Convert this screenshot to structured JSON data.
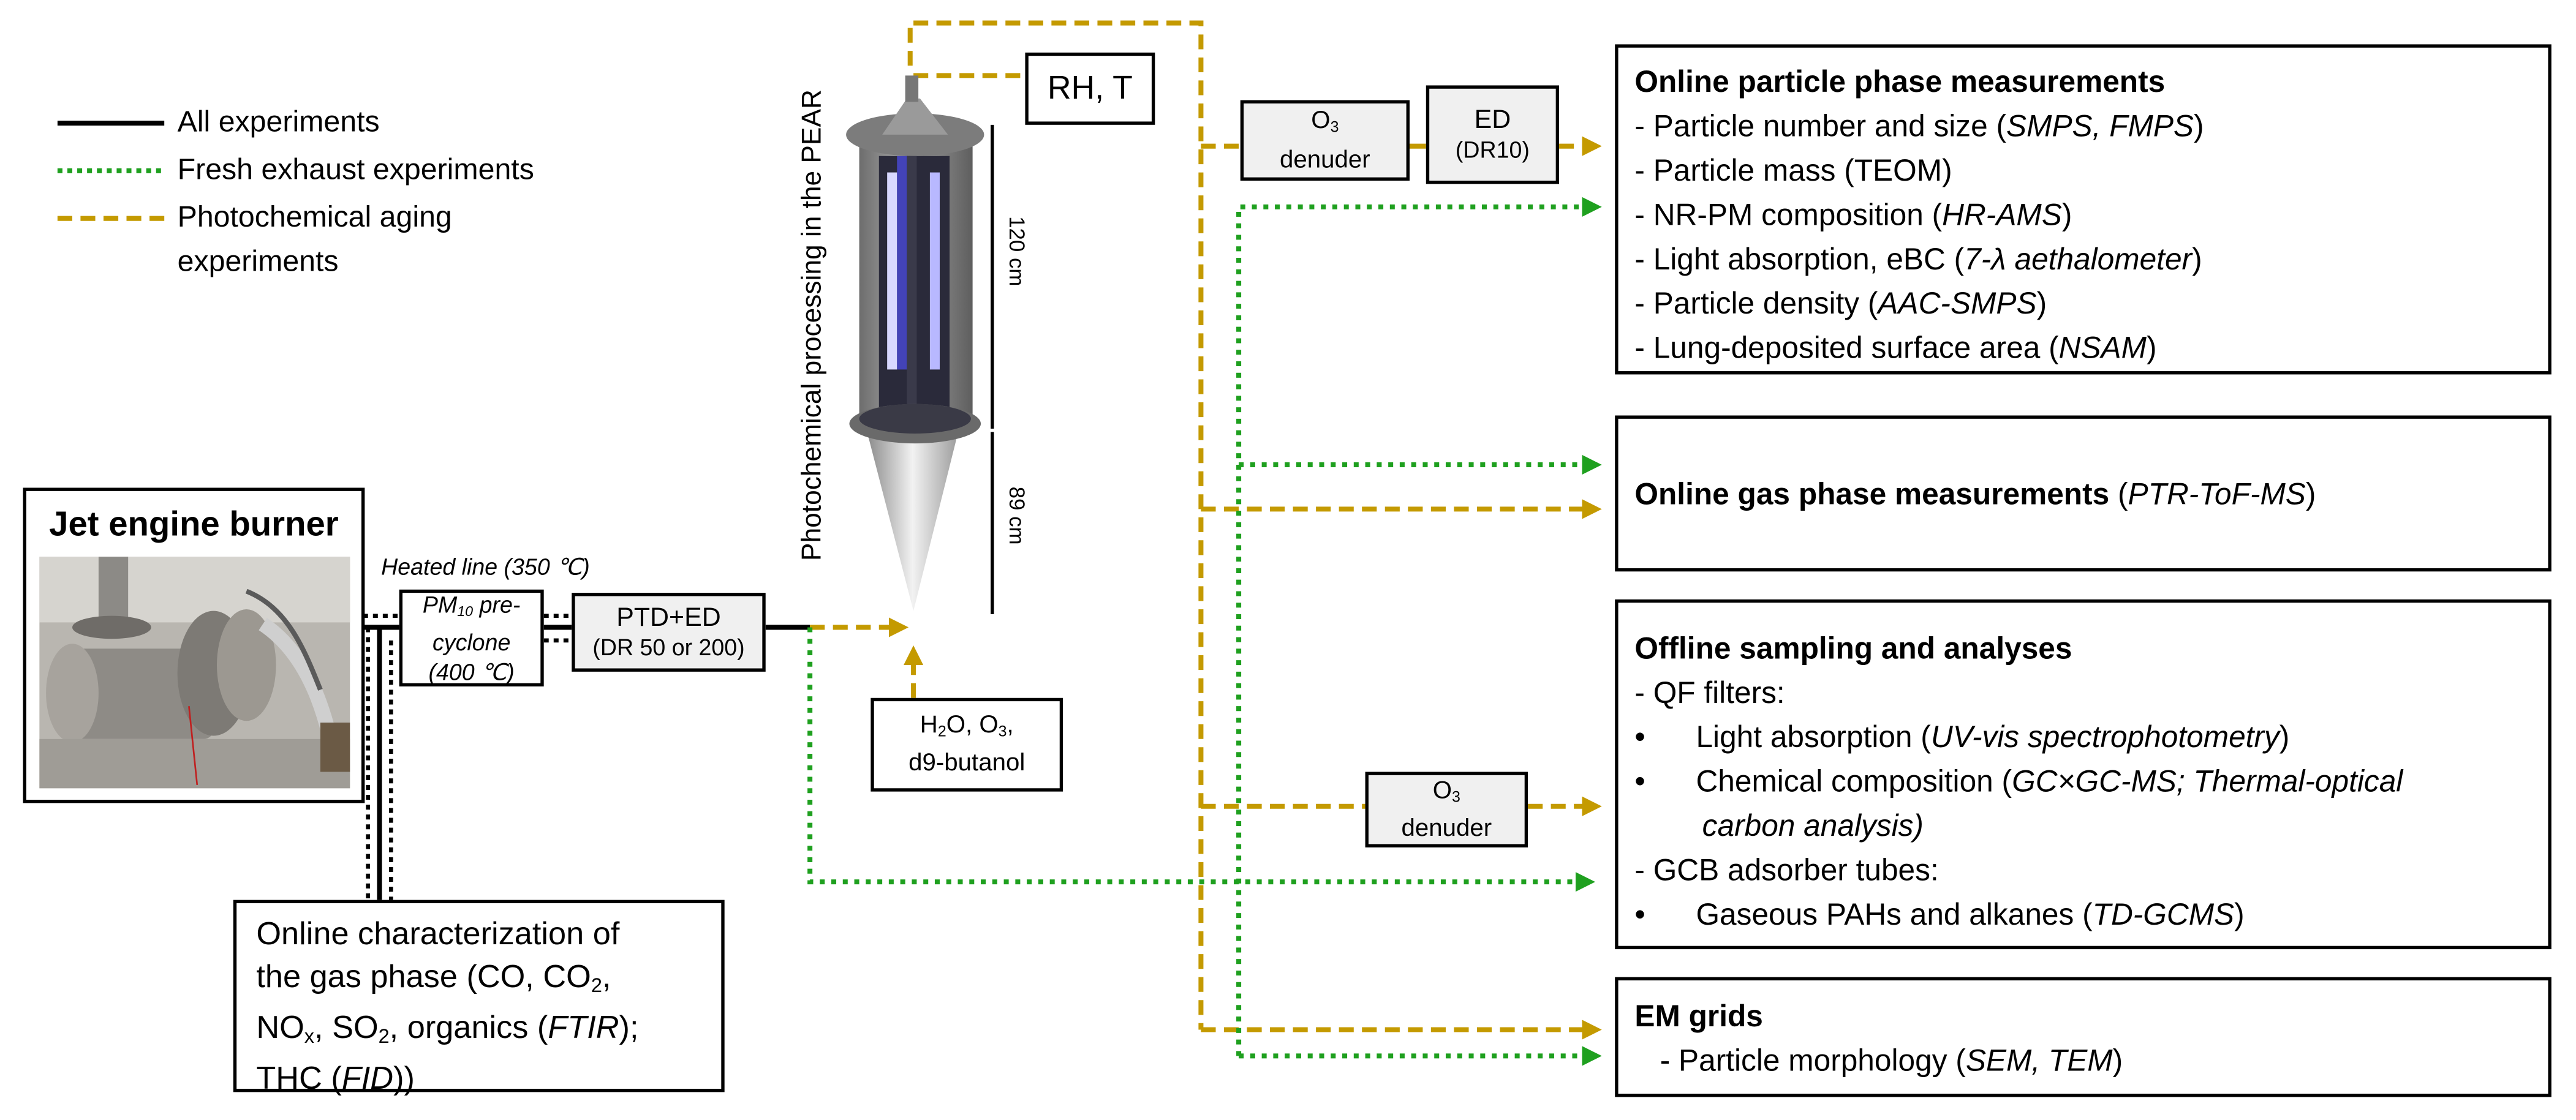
{
  "legend": {
    "items": [
      {
        "label": "All experiments",
        "style": "solid",
        "color": "#000000"
      },
      {
        "label": "Fresh exhaust experiments",
        "style": "dotted",
        "color": "#1fa01f"
      },
      {
        "label": "Photochemical aging",
        "label2": "experiments",
        "style": "dashed",
        "color": "#c49a00"
      }
    ]
  },
  "burner": {
    "title": "Jet engine burner"
  },
  "heated_line": "Heated line (350 ℃)",
  "pm10": [
    [
      {
        "t": "PM",
        "s": "i"
      },
      {
        "t": "10",
        "s": "isub"
      },
      {
        "t": " pre-",
        "s": "i"
      }
    ],
    [
      {
        "t": "cyclone",
        "s": "i"
      }
    ],
    [
      {
        "t": "(400 ℃)",
        "s": "i"
      }
    ]
  ],
  "ptd": {
    "line1": "PTD+ED",
    "line2": "(DR 50 or 200)"
  },
  "gas_char": [
    [
      {
        "t": "Online characterization of"
      }
    ],
    [
      {
        "t": "the gas phase (CO, CO"
      },
      {
        "t": "2",
        "s": "sub"
      },
      {
        "t": ","
      }
    ],
    [
      {
        "t": "NO"
      },
      {
        "t": "x",
        "s": "sub"
      },
      {
        "t": ", SO"
      },
      {
        "t": "2",
        "s": "sub"
      },
      {
        "t": ", organics ("
      },
      {
        "t": "FTIR",
        "s": "i"
      },
      {
        "t": ");"
      }
    ],
    [
      {
        "t": "THC ("
      },
      {
        "t": "FID",
        "s": "i"
      },
      {
        "t": "))"
      }
    ]
  ],
  "additives": [
    [
      {
        "t": "H"
      },
      {
        "t": "2",
        "s": "sub"
      },
      {
        "t": "O, O"
      },
      {
        "t": "3",
        "s": "sub"
      },
      {
        "t": ","
      }
    ],
    [
      {
        "t": "d9-butanol"
      }
    ]
  ],
  "pear": {
    "label": "Photochemical processing in the PEAR",
    "height_upper": "120 cm",
    "height_lower": "89 cm"
  },
  "rh_t": "RH, T",
  "denuder1": [
    [
      {
        "t": "O"
      },
      {
        "t": "3",
        "s": "sub"
      }
    ],
    [
      {
        "t": "denuder"
      }
    ]
  ],
  "ed_box": {
    "line1": "ED",
    "line2": "(DR10)"
  },
  "denuder2": [
    [
      {
        "t": "O"
      },
      {
        "t": "3",
        "s": "sub"
      }
    ],
    [
      {
        "t": "denuder"
      }
    ]
  ],
  "particle_box": [
    [
      {
        "t": "Online particle phase measurements",
        "s": "b"
      }
    ],
    [
      {
        "t": "- Particle number and size ("
      },
      {
        "t": "SMPS, FMPS",
        "s": "i"
      },
      {
        "t": ")"
      }
    ],
    [
      {
        "t": "- Particle mass (TEOM)"
      }
    ],
    [
      {
        "t": "- NR-PM composition ("
      },
      {
        "t": "HR-AMS",
        "s": "i"
      },
      {
        "t": ")"
      }
    ],
    [
      {
        "t": "- Light absorption, eBC ("
      },
      {
        "t": "7-λ aethalometer",
        "s": "i"
      },
      {
        "t": ")"
      }
    ],
    [
      {
        "t": "- Particle density ("
      },
      {
        "t": "AAC-SMPS",
        "s": "i"
      },
      {
        "t": ")"
      }
    ],
    [
      {
        "t": "- Lung-deposited surface area ("
      },
      {
        "t": "NSAM",
        "s": "i"
      },
      {
        "t": ")"
      }
    ]
  ],
  "gas_box": [
    [
      {
        "t": "Online gas phase measurements",
        "s": "b"
      },
      {
        "t": " ("
      },
      {
        "t": "PTR-ToF-MS",
        "s": "i"
      },
      {
        "t": ")"
      }
    ]
  ],
  "offline_box": [
    [
      {
        "t": "Offline sampling and analyses",
        "s": "b"
      }
    ],
    [
      {
        "t": "- QF filters:"
      }
    ],
    [
      {
        "t": "•      Light absorption ("
      },
      {
        "t": "UV-vis spectrophotometry",
        "s": "i"
      },
      {
        "t": ")"
      }
    ],
    [
      {
        "t": "•      Chemical composition ("
      },
      {
        "t": "GC×GC-MS; Thermal-optical",
        "s": "i"
      }
    ],
    [
      {
        "t": "        "
      },
      {
        "t": "carbon analysis)",
        "s": "i"
      }
    ],
    [
      {
        "t": "- GCB adsorber tubes:"
      }
    ],
    [
      {
        "t": "•      Gaseous PAHs and alkanes ("
      },
      {
        "t": "TD-GCMS",
        "s": "i"
      },
      {
        "t": ")"
      }
    ]
  ],
  "em_box": [
    [
      {
        "t": "EM grids",
        "s": "b"
      }
    ],
    [
      {
        "t": "   - Particle morphology ("
      },
      {
        "t": "SEM, TEM",
        "s": "i"
      },
      {
        "t": ")"
      }
    ]
  ],
  "colors": {
    "aging": "#c49a00",
    "fresh": "#1fa01f",
    "all": "#000000",
    "box_fill": "#f0f0f0",
    "uv_lamp": "#5a5aff"
  }
}
